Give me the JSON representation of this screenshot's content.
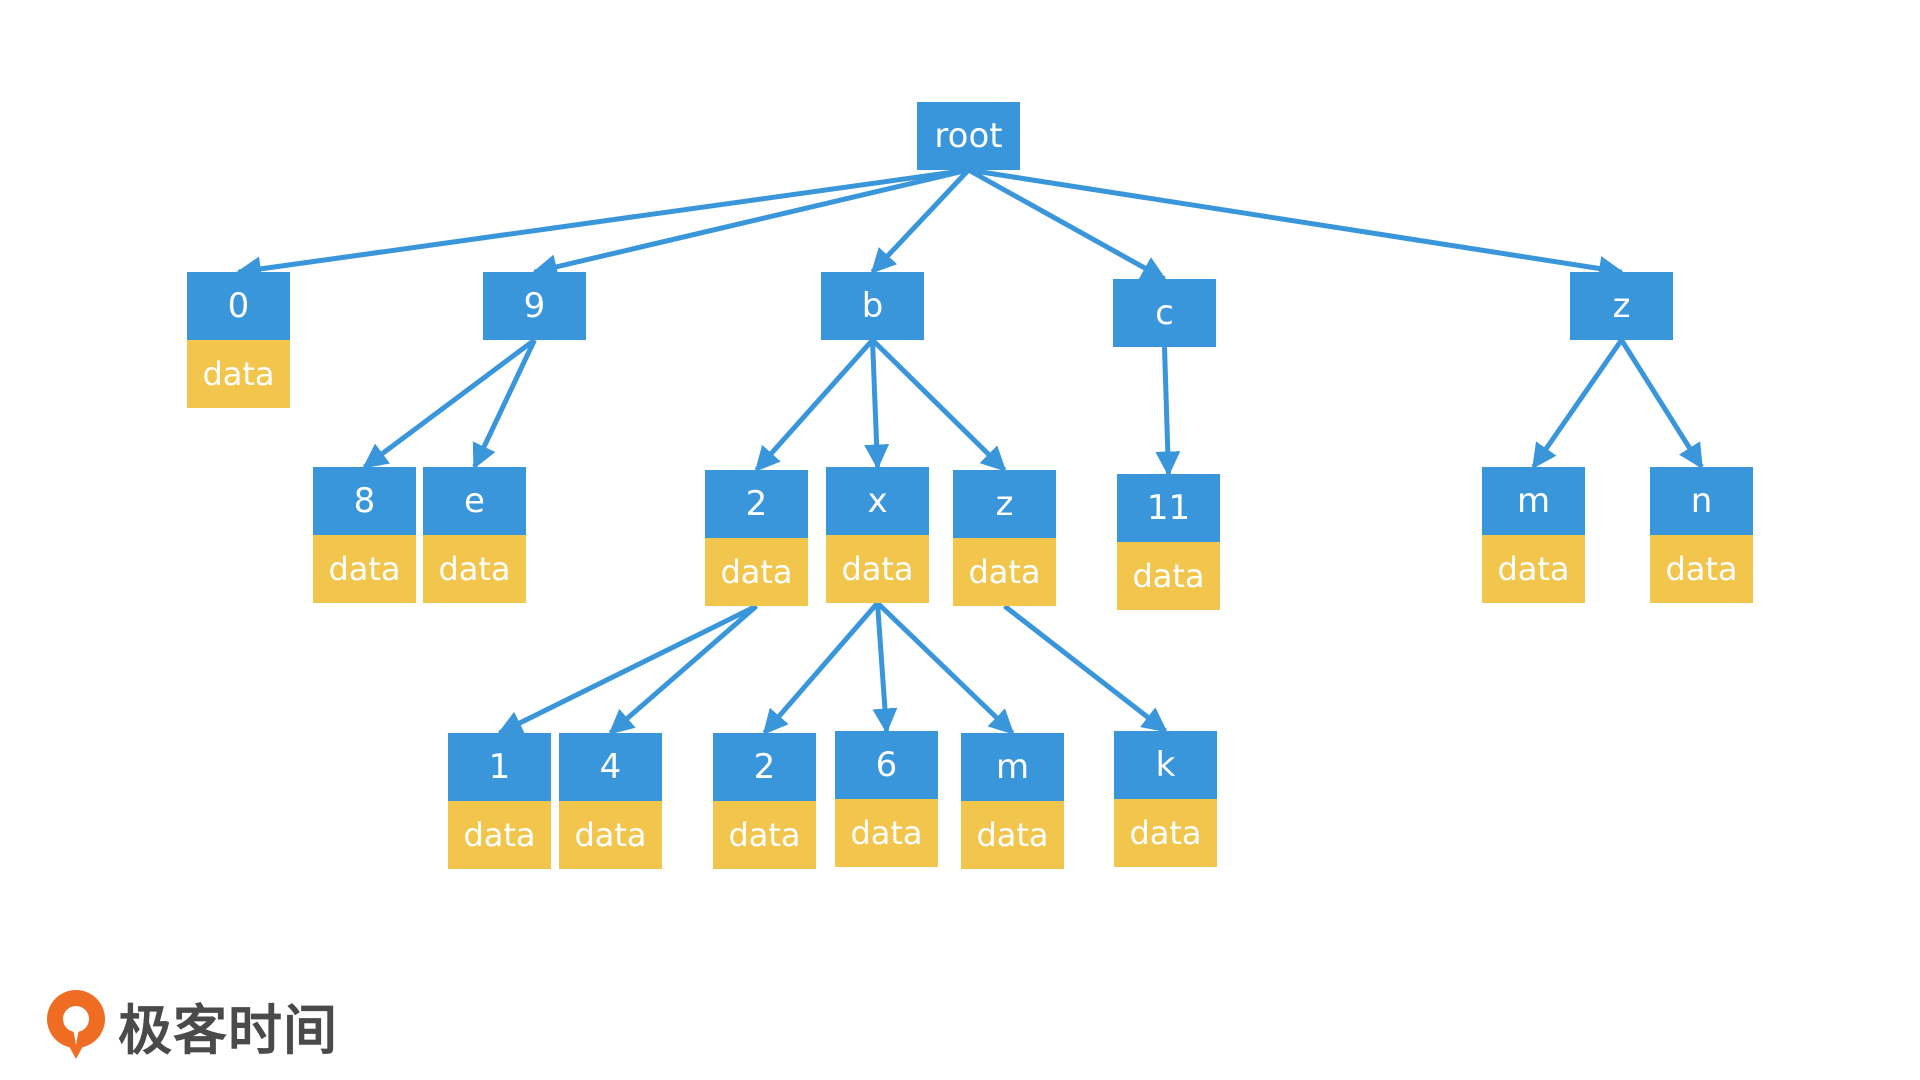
{
  "theme": {
    "key_color": "#3996db",
    "payload_color": "#f2c54c",
    "edge_color": "#3996db",
    "logo_color": "#ef6d23"
  },
  "brand": {
    "name": "极客时间",
    "icon": "geektime-logo-icon"
  },
  "diagram": {
    "type": "trie",
    "nodes": [
      {
        "id": "root",
        "label": "root",
        "value": ""
      },
      {
        "id": "n0",
        "label": "0",
        "value": "data"
      },
      {
        "id": "n9",
        "label": "9",
        "value": ""
      },
      {
        "id": "nb",
        "label": "b",
        "value": ""
      },
      {
        "id": "nc",
        "label": "c",
        "value": ""
      },
      {
        "id": "nz",
        "label": "z",
        "value": ""
      },
      {
        "id": "n9-8",
        "label": "8",
        "value": "data"
      },
      {
        "id": "n9-e",
        "label": "e",
        "value": "data"
      },
      {
        "id": "nb-2",
        "label": "2",
        "value": "data"
      },
      {
        "id": "nb-x",
        "label": "x",
        "value": "data"
      },
      {
        "id": "nb-z",
        "label": "z",
        "value": "data"
      },
      {
        "id": "nc-11",
        "label": "11",
        "value": "data"
      },
      {
        "id": "nz-m",
        "label": "m",
        "value": "data"
      },
      {
        "id": "nz-n",
        "label": "n",
        "value": "data"
      },
      {
        "id": "nb2-1",
        "label": "1",
        "value": "data"
      },
      {
        "id": "nb2-4",
        "label": "4",
        "value": "data"
      },
      {
        "id": "nbx-2",
        "label": "2",
        "value": "data"
      },
      {
        "id": "nbx-6",
        "label": "6",
        "value": "data"
      },
      {
        "id": "nbx-m",
        "label": "m",
        "value": "data"
      },
      {
        "id": "nbz-k",
        "label": "k",
        "value": "data"
      }
    ],
    "edges": [
      {
        "from": "root",
        "to": "n0"
      },
      {
        "from": "root",
        "to": "n9"
      },
      {
        "from": "root",
        "to": "nb"
      },
      {
        "from": "root",
        "to": "nc"
      },
      {
        "from": "root",
        "to": "nz"
      },
      {
        "from": "n9",
        "to": "n9-8"
      },
      {
        "from": "n9",
        "to": "n9-e"
      },
      {
        "from": "nb",
        "to": "nb-2"
      },
      {
        "from": "nb",
        "to": "nb-x"
      },
      {
        "from": "nb",
        "to": "nb-z"
      },
      {
        "from": "nc",
        "to": "nc-11"
      },
      {
        "from": "nz",
        "to": "nz-m"
      },
      {
        "from": "nz",
        "to": "nz-n"
      },
      {
        "from": "nb-2",
        "to": "nb2-1"
      },
      {
        "from": "nb-2",
        "to": "nb2-4"
      },
      {
        "from": "nb-x",
        "to": "nbx-2"
      },
      {
        "from": "nb-x",
        "to": "nbx-6"
      },
      {
        "from": "nb-x",
        "to": "nbx-m"
      },
      {
        "from": "nb-z",
        "to": "nbz-k"
      }
    ]
  }
}
